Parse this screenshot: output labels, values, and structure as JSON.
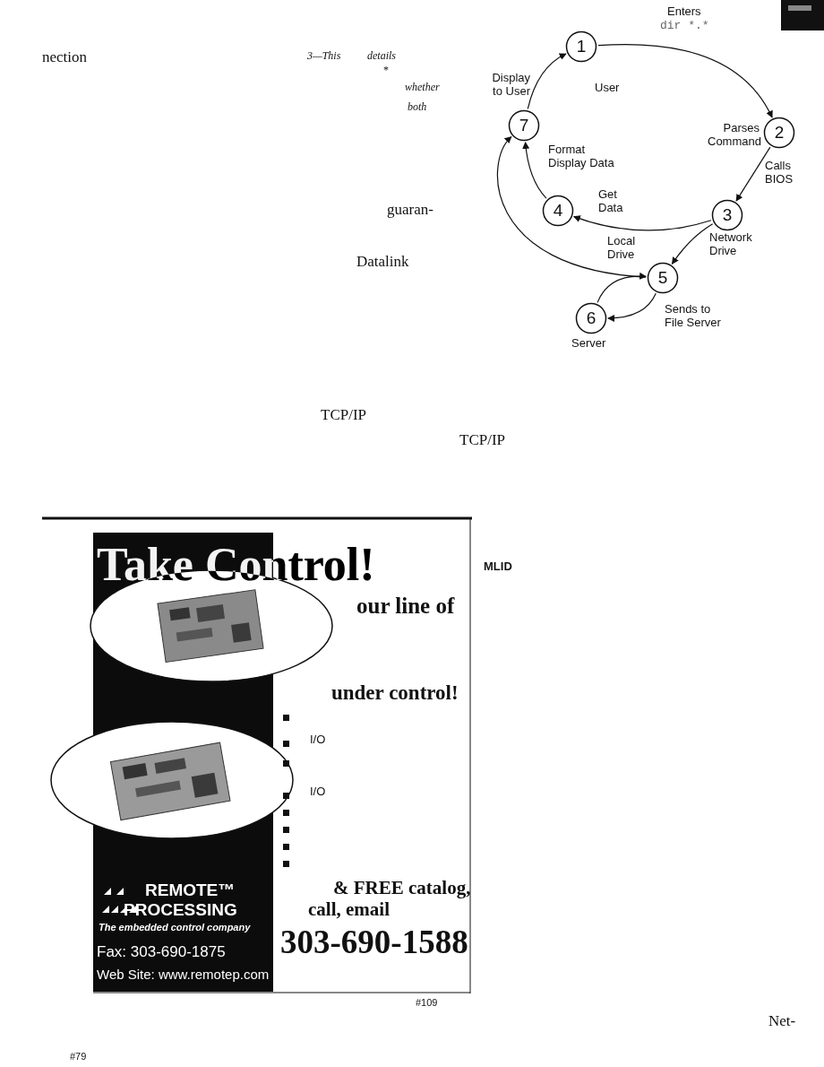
{
  "diagram": {
    "nodes": [
      {
        "text": [
          "1"
        ]
      },
      {
        "text": [
          "2"
        ]
      },
      {
        "text": [
          "3"
        ]
      },
      {
        "text": [
          "4"
        ]
      },
      {
        "text": [
          "5"
        ]
      },
      {
        "text": [
          "6"
        ]
      },
      {
        "text": [
          "7"
        ]
      }
    ],
    "edges": [
      {
        "from": 0,
        "to": 1,
        "arrow": "to"
      },
      {
        "from": 1,
        "to": 2,
        "label": "Calls BIOS",
        "arrow": "to"
      },
      {
        "from": 2,
        "to": 3,
        "arrow": "to"
      },
      {
        "from": 2,
        "to": 4,
        "label": "Network Drive",
        "arrow": "to"
      },
      {
        "from": 4,
        "to": 5,
        "label": "Sends to File Server",
        "arrow": "to"
      },
      {
        "from": 5,
        "to": 4,
        "arrow": "to"
      },
      {
        "from": 3,
        "to": 6,
        "arrow": "to"
      },
      {
        "from": 4,
        "to": 6,
        "arrow": "to"
      },
      {
        "from": 6,
        "to": 0,
        "label": "Display to User",
        "arrow": "to"
      }
    ],
    "labels": [
      "nection",
      "3—This",
      "details",
      "*",
      "whether",
      "both",
      "guaran-",
      "Datalink",
      "TCP/IP",
      "TCP/IP",
      "Enters",
      "dir *.*",
      "User",
      "Parses Command",
      "Format Display Data",
      "Get Data",
      "Local Drive",
      "Server",
      "Take Control!",
      "our line of",
      "under control!",
      "I/O",
      "I/O",
      "REMOTE™",
      "PROCESSING",
      "The embedded control company",
      "Fax: 303-690-1875",
      "Web Site: www.remotep.com",
      "& FREE catalog,",
      "call, email",
      "303-690-1588",
      "#109",
      "#79",
      "MLID",
      "Net-"
    ]
  }
}
